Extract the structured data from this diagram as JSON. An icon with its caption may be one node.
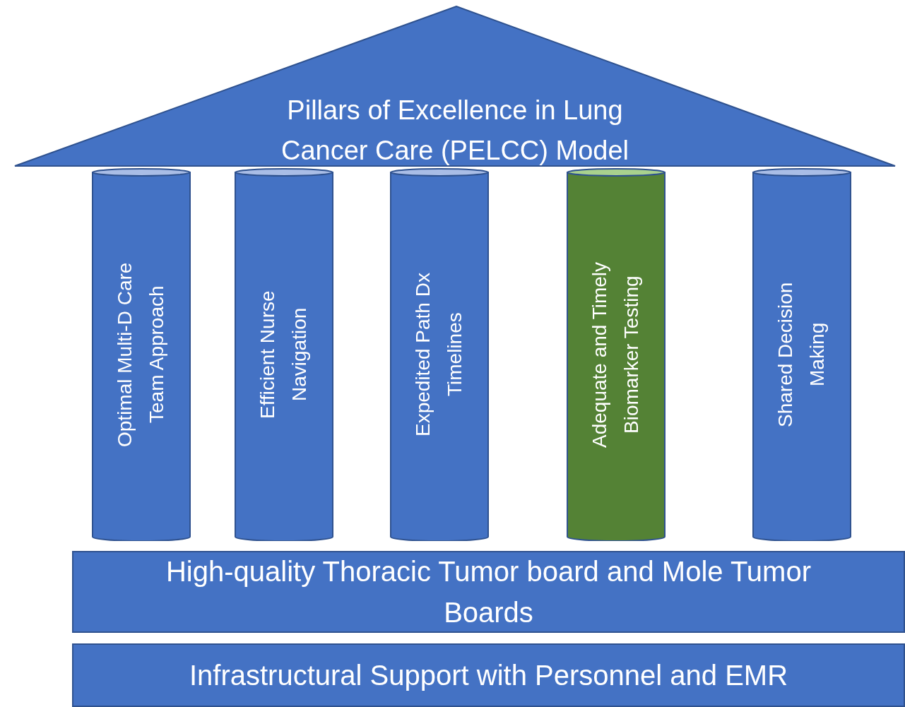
{
  "diagram": {
    "nodes": [
      {
        "text": [
          "Pillars of Excellence in Lung Cancer Care (PELCC) Model"
        ]
      },
      {
        "text": [
          "Optimal Multi-D Care Team Approach"
        ]
      },
      {
        "text": [
          "Efficient Nurse Navigation"
        ]
      },
      {
        "text": [
          "Expedited Path Dx Timelines"
        ]
      },
      {
        "text": [
          "Adequate and Timely Biomarker Testing"
        ]
      },
      {
        "text": [
          "Shared Decision Making"
        ]
      },
      {
        "text": [
          "High-quality Thoracic Tumor board and Mole Tumor Boards"
        ]
      },
      {
        "text": [
          "Infrastructural Support with Personnel and EMR"
        ]
      }
    ]
  }
}
